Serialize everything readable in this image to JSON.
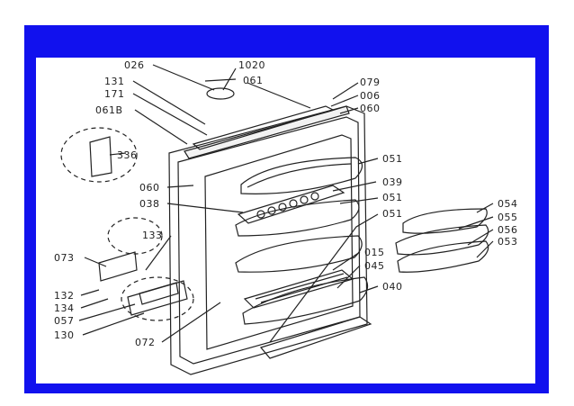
{
  "colors": {
    "frame": "#1111ee",
    "background": "#ffffff",
    "ink": "#222222"
  },
  "labels": {
    "p026": "026",
    "p1020": "1020",
    "p131": "131",
    "p061": "061",
    "p079": "079",
    "p171": "171",
    "p006": "006",
    "p060a": "060",
    "p061b": "061B",
    "p336": "336",
    "p051a": "051",
    "p060b": "060",
    "p039": "039",
    "p038": "038",
    "p051b": "051",
    "p051c": "051",
    "p054": "054",
    "p055": "055",
    "p133": "133",
    "p056": "056",
    "p053": "053",
    "p015": "015",
    "p045": "045",
    "p073": "073",
    "p132": "132",
    "p040": "040",
    "p134": "134",
    "p057": "057",
    "p130": "130",
    "p072": "072"
  }
}
